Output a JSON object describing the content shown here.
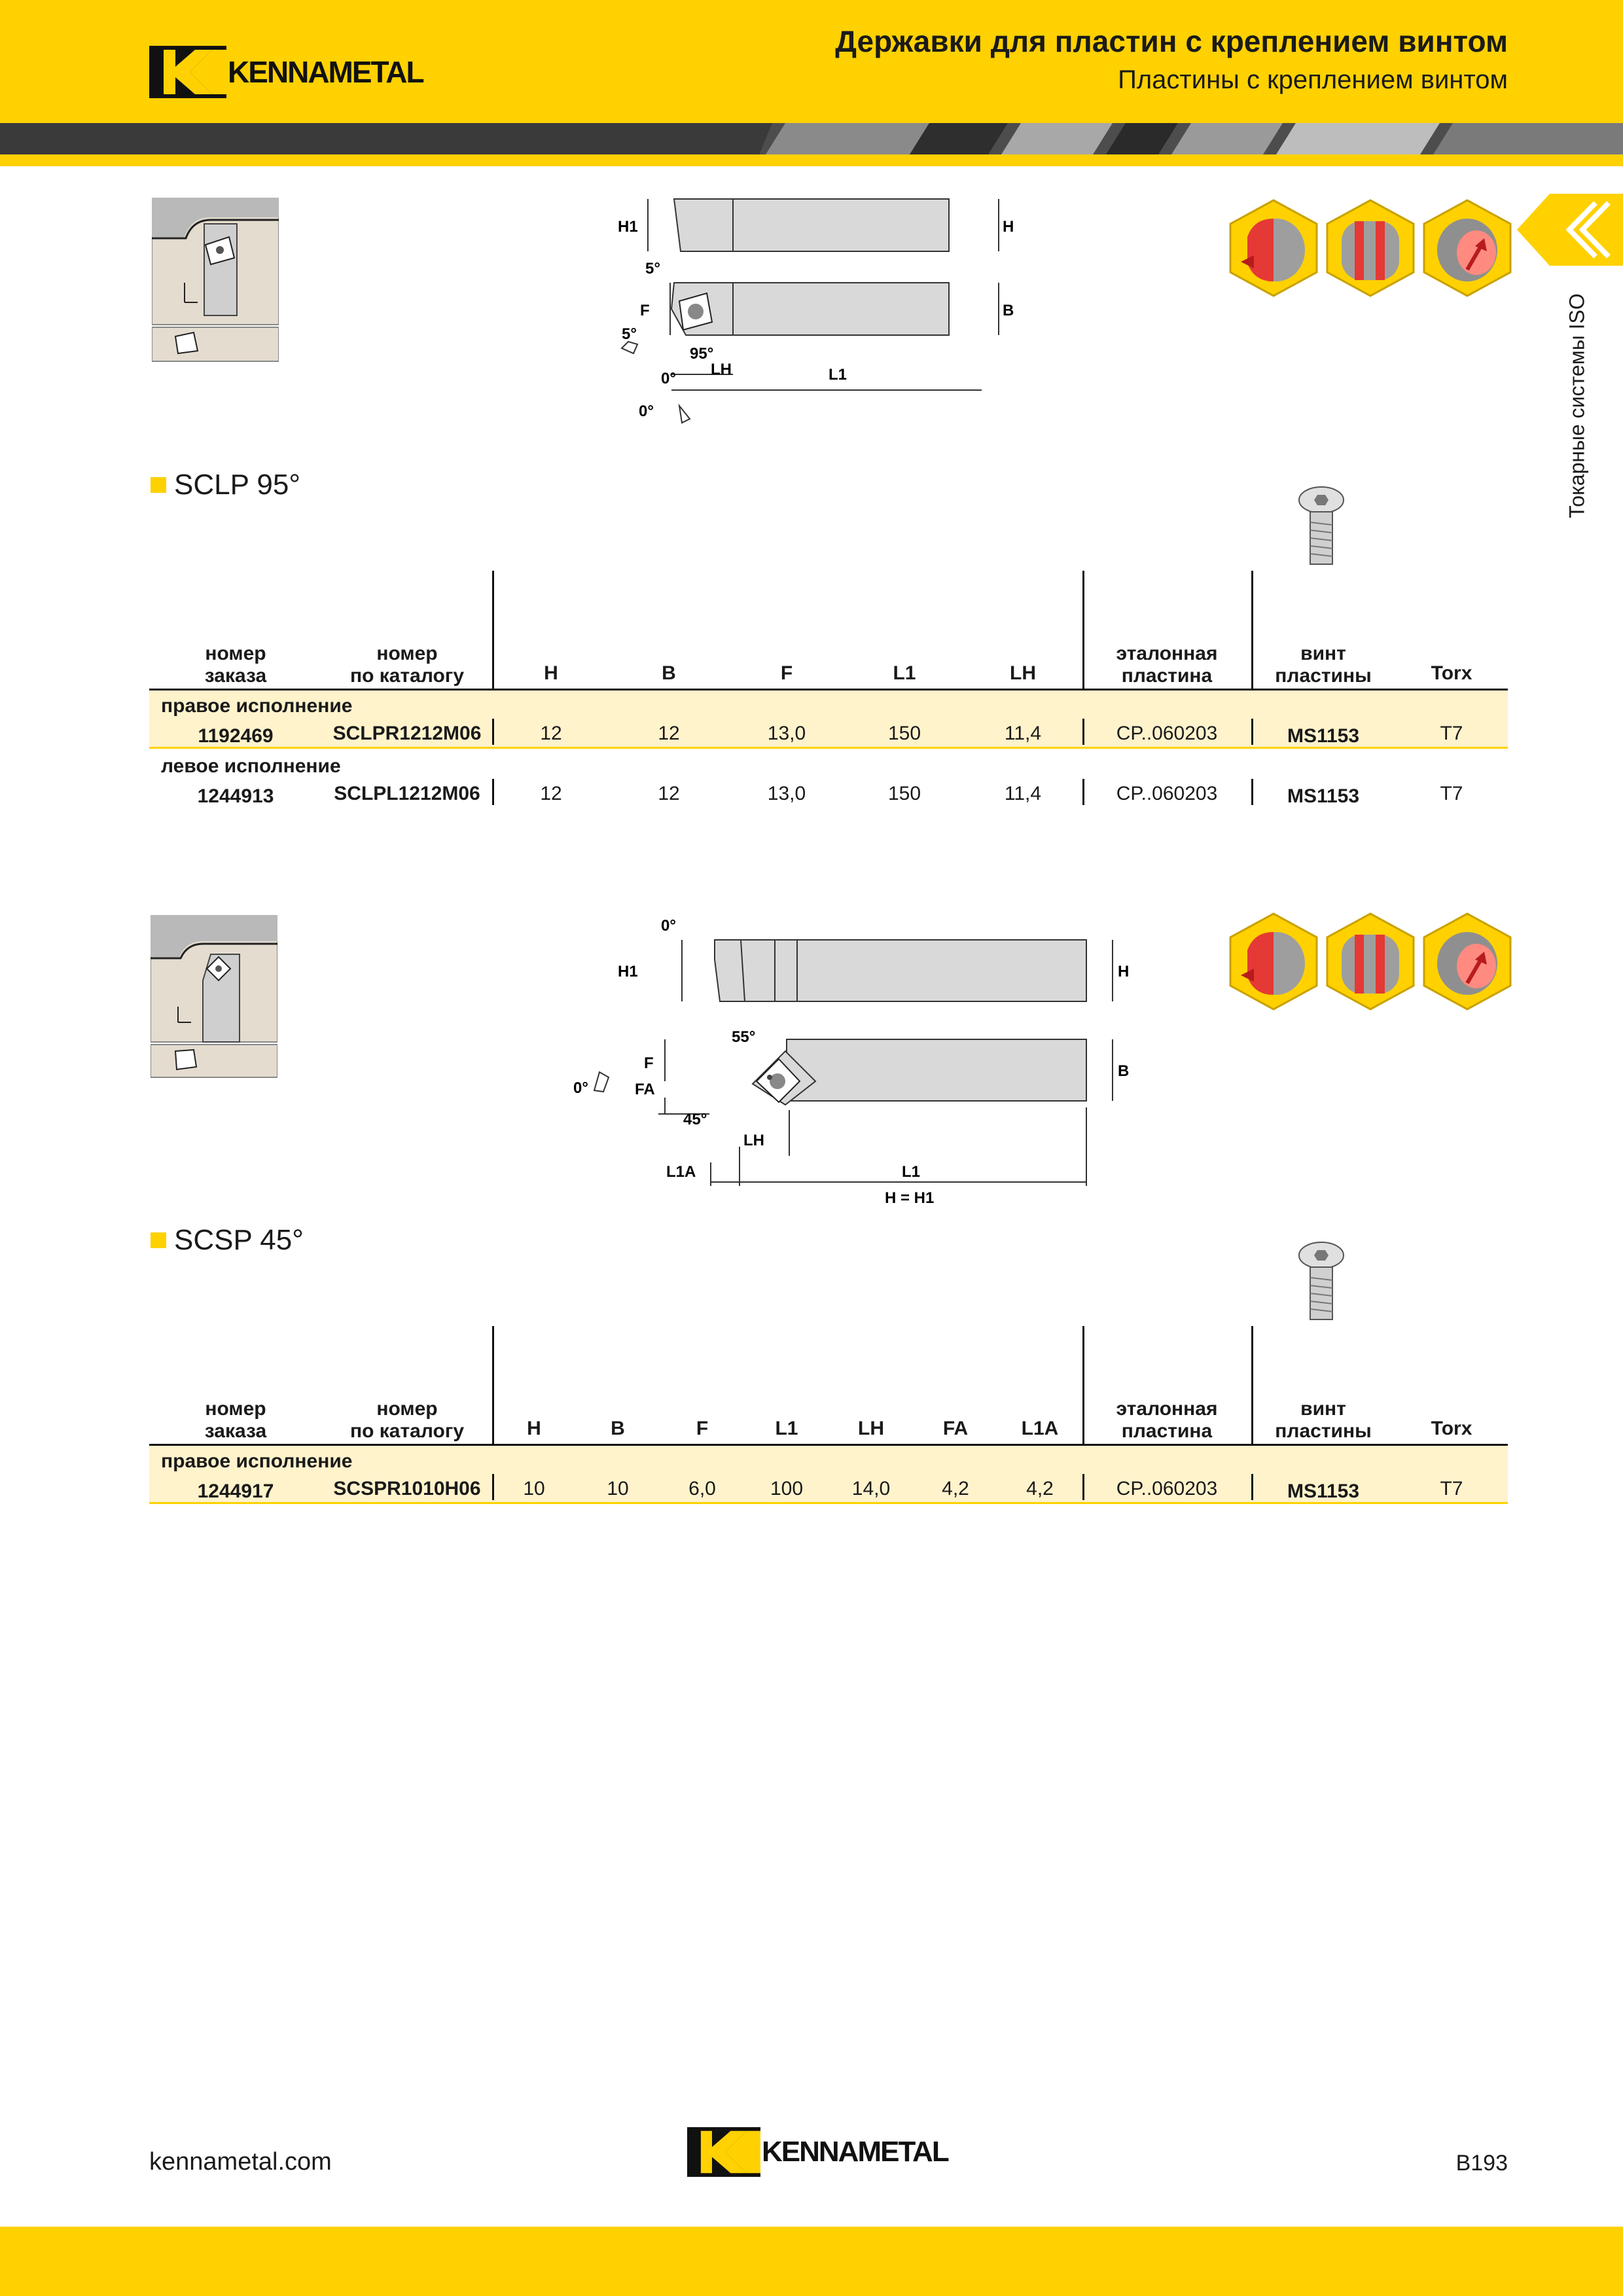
{
  "header": {
    "brand": "KENNAMETAL",
    "title": "Державки для пластин с креплением винтом",
    "subtitle": "Пластины с креплением винтом"
  },
  "side_label": "Токарные системы ISO",
  "diagram1": {
    "labels": {
      "h1": "H1",
      "h": "H",
      "b": "B",
      "f": "F",
      "lh": "LH",
      "l1": "L1",
      "a5a": "5°",
      "a5b": "5°",
      "a95": "95°",
      "a0a": "0°",
      "a0b": "0°"
    }
  },
  "diagram2": {
    "labels": {
      "a0top": "0°",
      "h1": "H1",
      "h": "H",
      "a55": "55°",
      "f": "F",
      "b": "B",
      "a0": "0°",
      "fa": "FA",
      "a45": "45°",
      "lh": "LH",
      "l1a": "L1A",
      "l1": "L1",
      "hh1": "H = H1"
    }
  },
  "section1": {
    "title": "SCLP 95°",
    "headers": {
      "order_no": [
        "номер",
        "заказа"
      ],
      "catalog_no": [
        "номер",
        "по каталогу"
      ],
      "h": "H",
      "b": "B",
      "f": "F",
      "l1": "L1",
      "lh": "LH",
      "insert": [
        "эталонная",
        "пластина"
      ],
      "screw": [
        "винт",
        "пластины"
      ],
      "torx": "Torx"
    },
    "groups": [
      {
        "label": "правое исполнение",
        "row": {
          "order_no": "1192469",
          "catalog_no": "SCLPR1212M06",
          "h": "12",
          "b": "12",
          "f": "13,0",
          "l1": "150",
          "lh": "11,4",
          "insert": "CP..060203",
          "screw": "MS1153",
          "torx": "T7"
        }
      },
      {
        "label": "левое исполнение",
        "row": {
          "order_no": "1244913",
          "catalog_no": "SCLPL1212M06",
          "h": "12",
          "b": "12",
          "f": "13,0",
          "l1": "150",
          "lh": "11,4",
          "insert": "CP..060203",
          "screw": "MS1153",
          "torx": "T7"
        }
      }
    ]
  },
  "section2": {
    "title": "SCSP 45°",
    "headers": {
      "order_no": [
        "номер",
        "заказа"
      ],
      "catalog_no": [
        "номер",
        "по каталогу"
      ],
      "h": "H",
      "b": "B",
      "f": "F",
      "l1": "L1",
      "lh": "LH",
      "fa": "FA",
      "l1a": "L1A",
      "insert": [
        "эталонная",
        "пластина"
      ],
      "screw": [
        "винт",
        "пластины"
      ],
      "torx": "Torx"
    },
    "groups": [
      {
        "label": "правое исполнение",
        "row": {
          "order_no": "1244917",
          "catalog_no": "SCSPR1010H06",
          "h": "10",
          "b": "10",
          "f": "6,0",
          "l1": "100",
          "lh": "14,0",
          "fa": "4,2",
          "l1a": "4,2",
          "insert": "CP..060203",
          "screw": "MS1153",
          "torx": "T7"
        }
      }
    ]
  },
  "colors": {
    "brand_yellow": "#FFD100",
    "stripe_dark": "#555555",
    "row_highlight": "#FFF3CC",
    "icon_red": "#E53935"
  },
  "icons": [
    "operation-facing-icon",
    "operation-grooving-icon",
    "operation-profiling-icon",
    "clamp-screw-icon",
    "kennametal-k-logo-icon"
  ],
  "footer": {
    "url": "kennametal.com",
    "page": "B193",
    "brand": "KENNAMETAL"
  }
}
